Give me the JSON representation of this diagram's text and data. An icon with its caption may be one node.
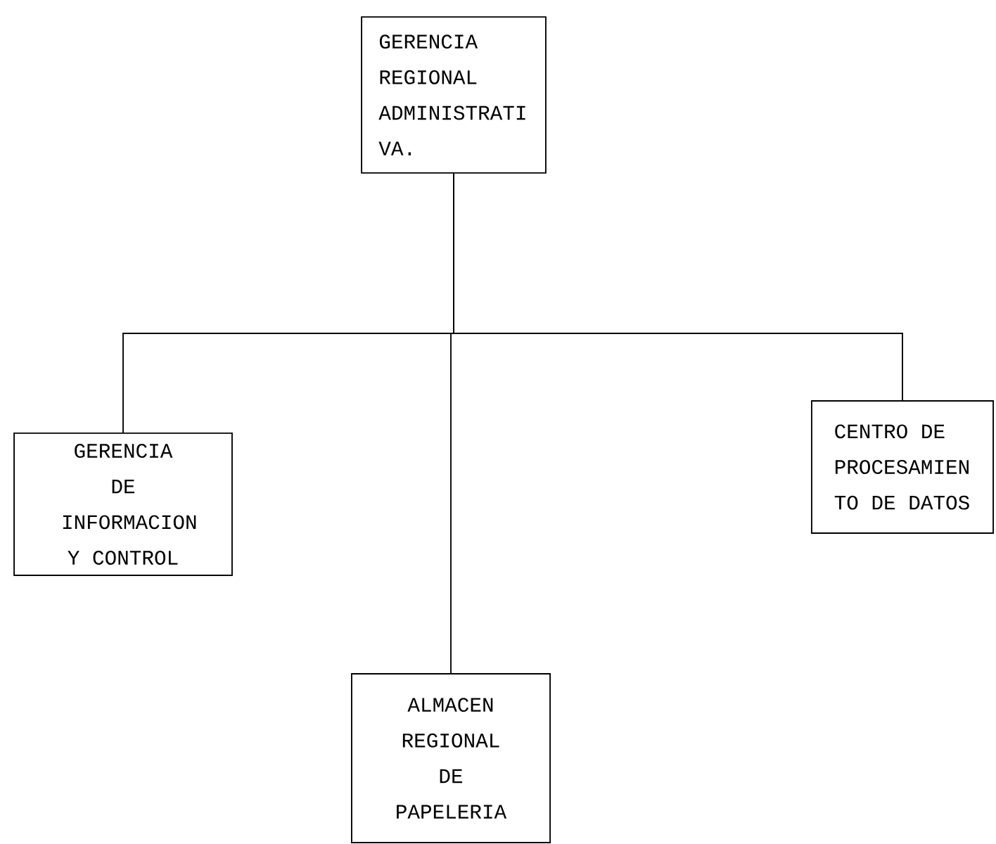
{
  "diagram": {
    "nodes": [
      {
        "text": [
          "GERENCIA REGIONAL ADMINISTRATI VA."
        ]
      },
      {
        "text": [
          "GERENCIA DE INFORMACION Y CONTROL"
        ]
      },
      {
        "text": [
          "ALMACEN REGIONAL DE PAPELERIA"
        ]
      },
      {
        "text": [
          "CENTRO DE PROCESAMIEN TO DE DATOS"
        ]
      }
    ],
    "edges": [
      {
        "from": 0,
        "to": 1,
        "arrow": "none"
      },
      {
        "from": 0,
        "to": 2,
        "arrow": "none"
      },
      {
        "from": 0,
        "to": 3,
        "arrow": "none"
      }
    ]
  }
}
